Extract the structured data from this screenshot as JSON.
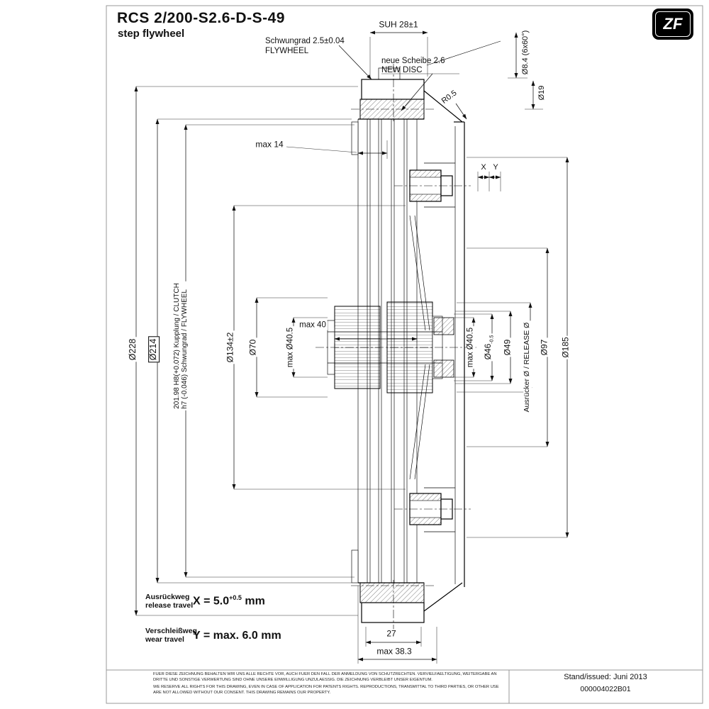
{
  "header": {
    "title": "RCS 2/200-S2.6-D-S-49",
    "subtitle": "step flywheel",
    "logo": "ZF"
  },
  "dims": {
    "suh": "SUH 28±1",
    "schwungrad": "Schwungrad 2.5±0.04",
    "flywheel": "FLYWHEEL",
    "neue_scheibe": "neue Scheibe 2.6",
    "new_disc": "NEW DISC",
    "r05": "R0.5",
    "d84": "Ø8.4 (6x60°)",
    "d19": "Ø19",
    "max14": "max 14",
    "x": "X",
    "y": "Y",
    "d228": "Ø228",
    "d214": "Ø214",
    "fit_line1": "201.98 H8(+0.072) Kupplung / CLUTCH",
    "fit_line2": "h7 (-0.046) Schwungrad / FLYWHEEL",
    "d134": "Ø134±2",
    "d70": "Ø70",
    "max_d405_left": "max Ø40.5",
    "max40": "max 40",
    "max_d405_right": "max Ø40.5",
    "d46_base": "Ø46",
    "d46_tol": "-0.5",
    "d49": "Ø49",
    "release_dia": "Ausrücker Ø / RELEASE Ø",
    "d97": "Ø97",
    "d185": "Ø185",
    "w27": "27",
    "max383": "max 38.3"
  },
  "travel": {
    "release_de": "Ausrückweg",
    "release_en": "release travel",
    "release_value": "X = 5.0",
    "release_tol": "+0.5",
    "release_unit": " mm",
    "wear_de": "Verschleißweg",
    "wear_en": "wear travel",
    "wear_value": "Y = max. 6.0 mm"
  },
  "footer": {
    "disclaimer_de": "FUER DIESE ZEICHNUNG BEHALTEN WIR UNS ALLE RECHTE VOR, AUCH FUER DEN FALL DER ANMELDUNG VON SCHUTZRECHTEN. VERVIELFAELTIGUNG, WEITERGABE AN DRITTE UND SONSTIGE VERWERTUNG SIND OHNE UNSERE EINWILLIGUNG UNZULAESSIG. DIE ZEICHNUNG VERBLEIBT UNSER EIGENTUM.",
    "disclaimer_en": "WE RESERVE ALL RIGHTS FOR THIS DRAWING, EVEN IN CASE OF APPLICATION FOR PATENTS RIGHTS. REPRODUCTIONS, TRANSMITTAL TO THIRD PARTIES, OR OTHER USE ARE NOT ALLOWED WITHOUT OUR CONSENT. THIS DRAWING REMAINS OUR PROPERTY.",
    "issued": "Stand/issued: Juni 2013",
    "doc_number": "000004022B01"
  }
}
